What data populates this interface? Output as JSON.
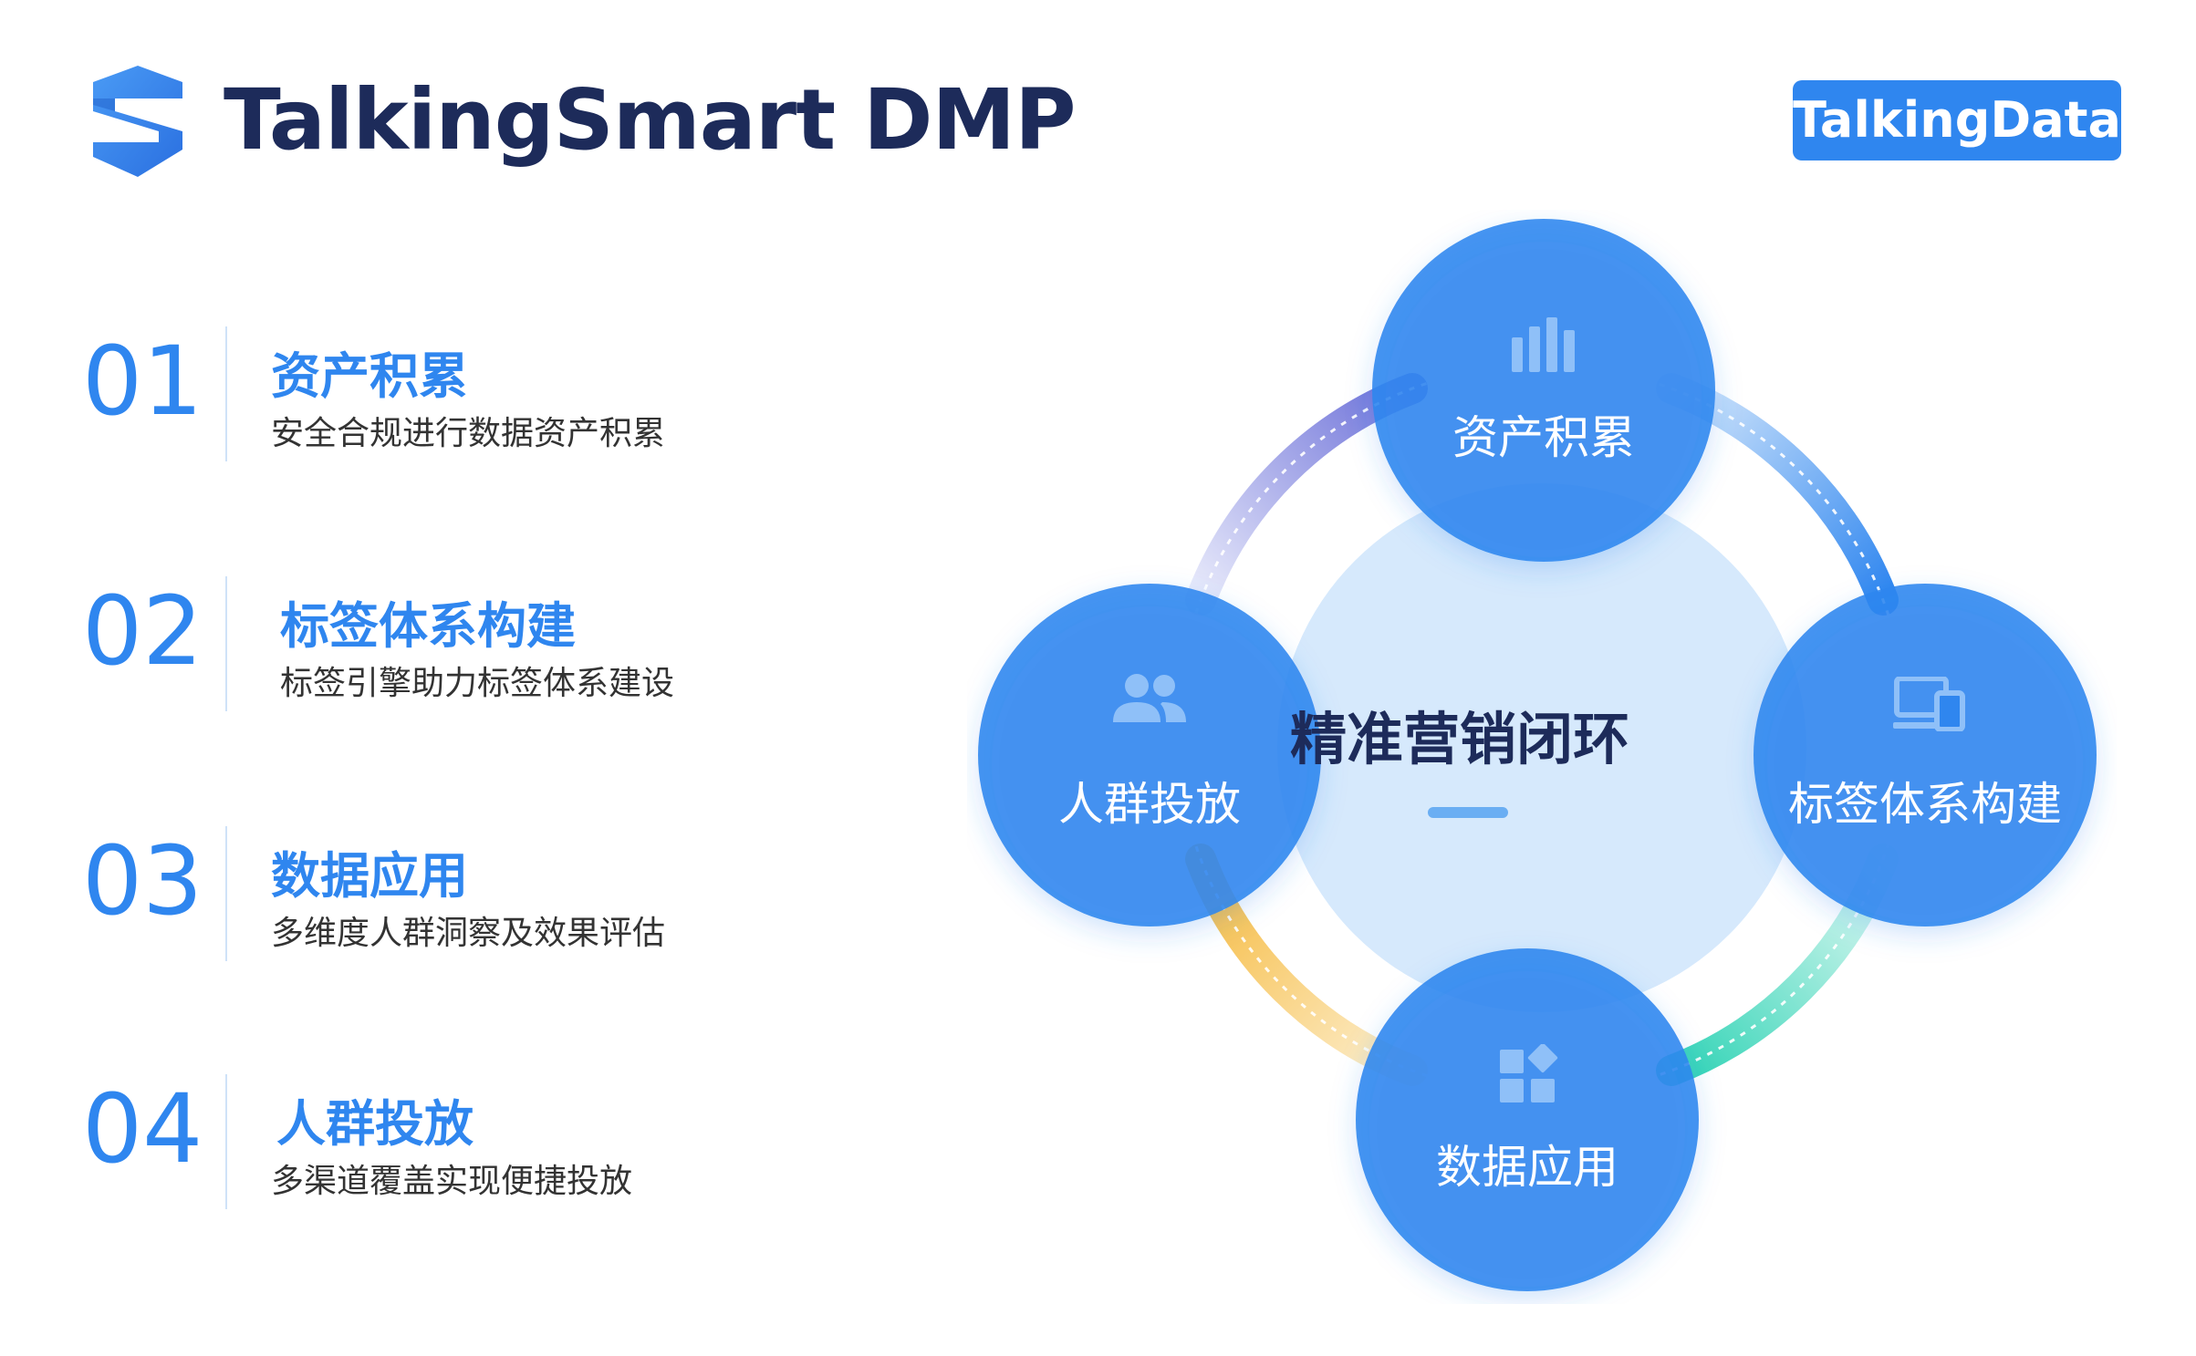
{
  "header": {
    "brand_title": "TalkingSmart DMP",
    "partner_logo_text": "TalkingData"
  },
  "features": [
    {
      "number": "01",
      "title": "资产积累",
      "description": "安全合规进行数据资产积累"
    },
    {
      "number": "02",
      "title": "标签体系构建",
      "description": "标签引擎助力标签体系建设"
    },
    {
      "number": "03",
      "title": "数据应用",
      "description": "多维度人群洞察及效果评估"
    },
    {
      "number": "04",
      "title": "人群投放",
      "description": "多渠道覆盖实现便捷投放"
    }
  ],
  "diagram": {
    "center_label": "精准营销闭环",
    "nodes": {
      "top": {
        "label": "资产积累",
        "icon": "bar-chart-icon"
      },
      "right": {
        "label": "标签体系构建",
        "icon": "devices-icon"
      },
      "bottom": {
        "label": "数据应用",
        "icon": "apps-icon"
      },
      "left": {
        "label": "人群投放",
        "icon": "people-icon"
      }
    }
  },
  "colors": {
    "primary_blue": "#2f86ef",
    "dark_navy": "#1d2b5a",
    "center_fill": "#d6e9fc",
    "arc_purple": "#6b6fd8",
    "arc_blue": "#2f86ef",
    "arc_teal": "#2fd3b5",
    "arc_orange": "#f5b83a"
  }
}
